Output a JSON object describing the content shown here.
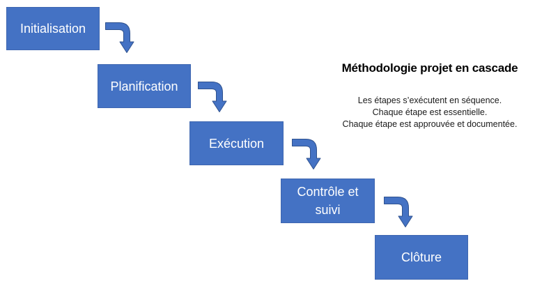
{
  "diagram": {
    "title": "Méthodologie projet en cascade",
    "description_lines": [
      "Les étapes s’exécutent en séquence.",
      "Chaque étape est essentielle.",
      "Chaque étape est approuvée et documentée."
    ],
    "steps": [
      {
        "label": "Initialisation"
      },
      {
        "label": "Planification"
      },
      {
        "label": "Exécution"
      },
      {
        "label": "Contrôle et suivi"
      },
      {
        "label": "Clôture"
      }
    ],
    "icons": [
      "bent-arrow-down-icon",
      "bent-arrow-down-icon",
      "bent-arrow-down-icon",
      "bent-arrow-down-icon"
    ],
    "colors": {
      "background": "#FFFFFF",
      "box_fill": "#4472C4",
      "box_border": "#3E66B0",
      "box_text": "#FFFFFF",
      "arrow_fill": "#4472C4",
      "arrow_border": "#2F528F",
      "title_text": "#000000",
      "body_text": "#1A1A1A"
    }
  }
}
